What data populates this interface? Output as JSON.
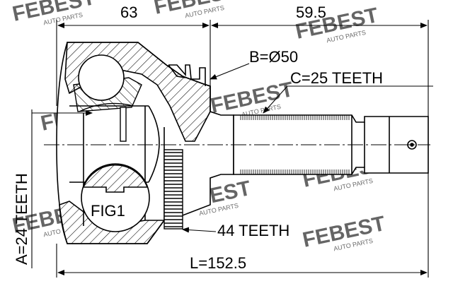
{
  "labels": {
    "dim_63": "63",
    "dim_59_5": "59.5",
    "b": "B=Ø50",
    "c": "C=25 TEETH",
    "a": "A=24 TEETH",
    "fig": "FIG1",
    "abs": "44 TEETH",
    "l": "L=152.5"
  },
  "watermark": {
    "brand": "FEBEST",
    "sub": "AUTO PARTS"
  },
  "colors": {
    "line": "#000000",
    "watermark": "#d2d2d2",
    "background": "#ffffff"
  }
}
